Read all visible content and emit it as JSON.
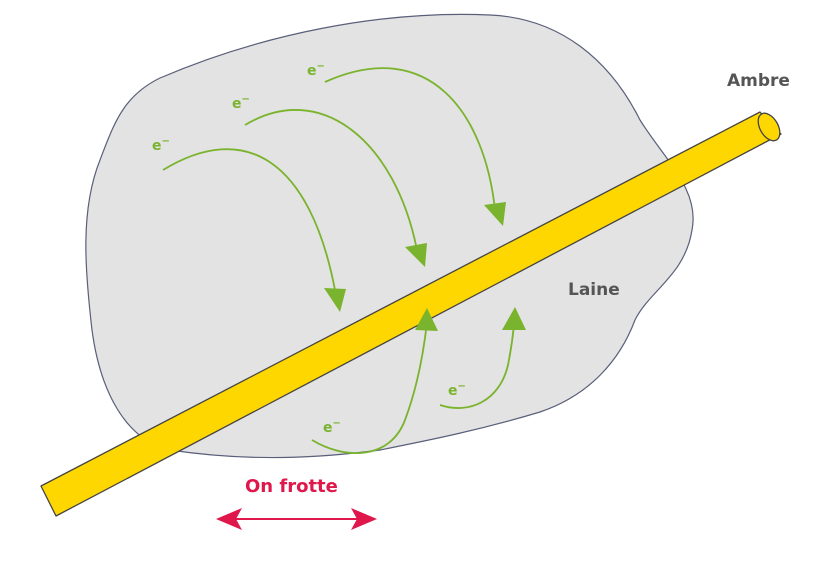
{
  "labels": {
    "amber": "Ambre",
    "wool": "Laine",
    "rubbing": "On frotte"
  },
  "electron": {
    "symbol": "e",
    "charge": "−"
  },
  "colors": {
    "wool_fill": "#e3e3e3",
    "wool_stroke": "#5a5f7a",
    "amber_fill": "#ffd700",
    "amber_stroke": "#444444",
    "electron_arrow": "#7ab32e",
    "rub_arrow": "#e0174b",
    "label_gray": "#555555"
  }
}
